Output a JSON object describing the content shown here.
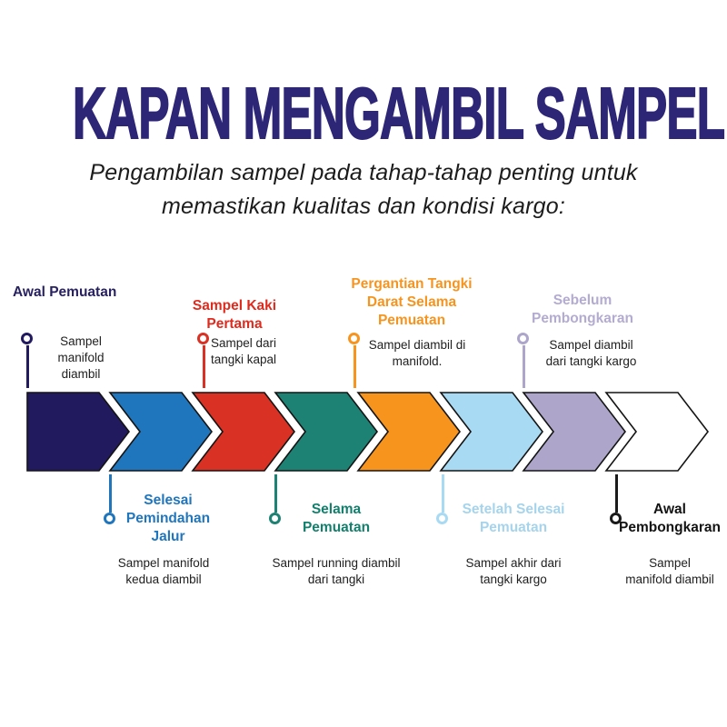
{
  "header": {
    "title": "KAPAN MENGAMBIL SAMPEL",
    "title_color": "#2d2677",
    "subtitle": "Pengambilan sampel pada tahap-tahap penting untuk\nmemastikan kualitas dan kondisi kargo:",
    "subtitle_color": "#1c1c1c"
  },
  "process": {
    "arrow_outline_color": "#141414",
    "description_text_color": "#202020",
    "stages": [
      {
        "order": 1,
        "callout": "top",
        "label": "Awal Pemuatan",
        "description": "Sampel\nmanifold\ndiambil",
        "arrow_color": "#221a5e",
        "text_color": "#27215f",
        "marker_color": "#221a5e"
      },
      {
        "order": 2,
        "callout": "bottom",
        "label": "Selesai\nPemindahan\nJalur",
        "description": "Sampel manifold\nkedua diambil",
        "arrow_color": "#2076bd",
        "text_color": "#2076bd",
        "marker_color": "#2076bd"
      },
      {
        "order": 3,
        "callout": "top",
        "label": "Sampel Kaki\nPertama",
        "description": "Sampel dari\ntangki kapal",
        "arrow_color": "#d93123",
        "text_color": "#e02a1d",
        "marker_color": "#d93123"
      },
      {
        "order": 4,
        "callout": "bottom",
        "label": "Selama\nPemuatan",
        "description": "Sampel running diambil\ndari tangki",
        "arrow_color": "#1d8273",
        "text_color": "#12806d",
        "marker_color": "#1d8273"
      },
      {
        "order": 5,
        "callout": "top",
        "label": "Pergantian Tangki\nDarat Selama\nPemuatan",
        "description": "Sampel diambil di\nmanifold.",
        "arrow_color": "#f7941d",
        "text_color": "#f7941d",
        "marker_color": "#f7941d"
      },
      {
        "order": 6,
        "callout": "bottom",
        "label": "Setelah Selesai\nPemuatan",
        "description": "Sampel akhir dari\ntangki kargo",
        "arrow_color": "#a8daf3",
        "text_color": "#a5d4ec",
        "marker_color": "#a8daf3"
      },
      {
        "order": 7,
        "callout": "top",
        "label": "Sebelum\nPembongkaran",
        "description": "Sampel diambil\ndari tangki kargo",
        "arrow_color": "#aea6ca",
        "text_color": "#b4abd1",
        "marker_color": "#aea6ca"
      },
      {
        "order": 8,
        "callout": "bottom",
        "label": "Awal\nPembongkaran",
        "description": "Sampel\nmanifold diambil",
        "arrow_color": "#ffffff",
        "text_color": "#121212",
        "marker_color": "#1a1a1a"
      }
    ]
  }
}
